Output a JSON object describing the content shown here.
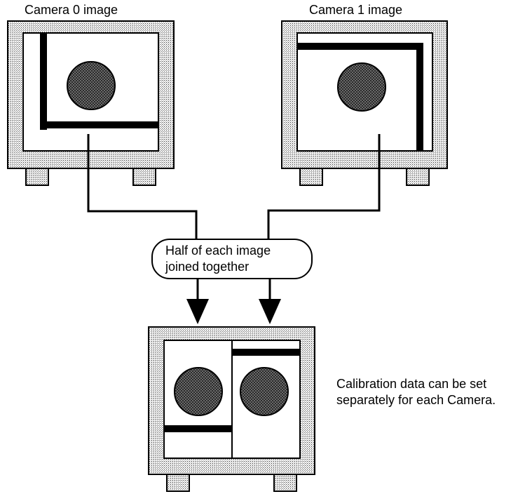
{
  "labels": {
    "camera0": "Camera 0 image",
    "camera1": "Camera 1 image",
    "join_line1": "Half of each image",
    "join_line2": "joined together",
    "note_line1": "Calibration data can be set",
    "note_line2": "separately for each Camera."
  }
}
